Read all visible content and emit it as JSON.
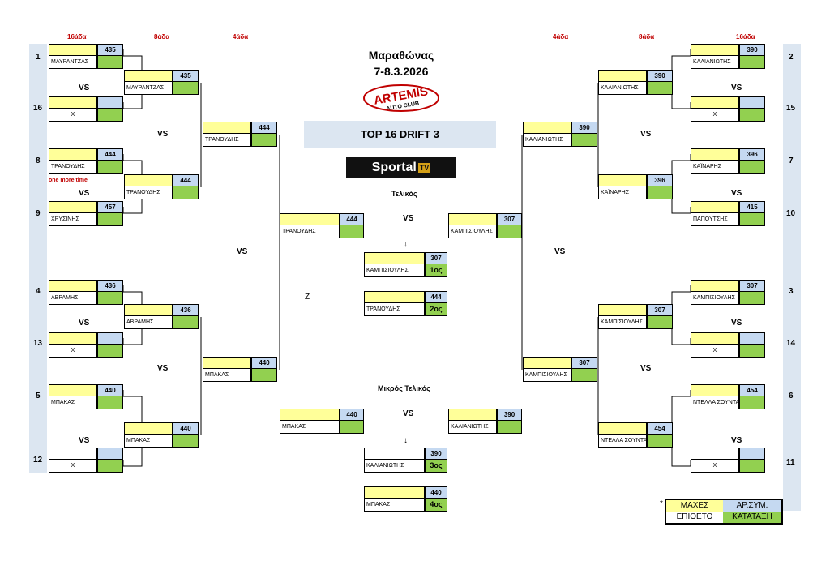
{
  "header": {
    "city": "Μαραθώνας",
    "dates": "7-8.3.2026",
    "banner": "TOP 16 DRIFT 3",
    "sportal": "Sportal",
    "sportal_tv": "TV",
    "logo_text": "ARTEMIS",
    "logo_sub": "AUTO CLUB"
  },
  "rounds": {
    "r16": "16άδα",
    "r8": "8άδα",
    "r4": "4άδα"
  },
  "labels": {
    "vs": "VS",
    "final": "Τελικός",
    "small_final": "Μικρός Τελικός",
    "one_more_time": "one more time",
    "z": "Z",
    "arrow": "↓"
  },
  "seeds": {
    "s1": "1",
    "s16": "16",
    "s8": "8",
    "s9": "9",
    "s4": "4",
    "s13": "13",
    "s5": "5",
    "s12": "12",
    "s2": "2",
    "s15": "15",
    "s7": "7",
    "s10": "10",
    "s3": "3",
    "s14": "14",
    "s6": "6",
    "s11": "11"
  },
  "left": {
    "r16": [
      {
        "num": "435",
        "name": "ΜΑΥΡΑΝΤΖΑΣ"
      },
      {
        "num": "",
        "name": "X"
      },
      {
        "num": "444",
        "name": "ΤΡΑΝΟΥΔΗΣ"
      },
      {
        "num": "457",
        "name": "ΧΡΥΣΙΝΗΣ"
      },
      {
        "num": "436",
        "name": "ΑΒΡΑΜΗΣ"
      },
      {
        "num": "",
        "name": "X"
      },
      {
        "num": "440",
        "name": "ΜΠΑΚΑΣ"
      },
      {
        "num": "",
        "name": "X"
      }
    ],
    "r8": [
      {
        "num": "435",
        "name": "ΜΑΥΡΑΝΤΖΑΣ"
      },
      {
        "num": "444",
        "name": "ΤΡΑΝΟΥΔΗΣ"
      },
      {
        "num": "436",
        "name": "ΑΒΡΑΜΗΣ"
      },
      {
        "num": "440",
        "name": "ΜΠΑΚΑΣ"
      }
    ],
    "r4": [
      {
        "num": "444",
        "name": "ΤΡΑΝΟΥΔΗΣ"
      },
      {
        "num": "440",
        "name": "ΜΠΑΚΑΣ"
      }
    ],
    "final": {
      "num": "444",
      "name": "ΤΡΑΝΟΥΔΗΣ"
    },
    "small_final": {
      "num": "440",
      "name": "ΜΠΑΚΑΣ"
    }
  },
  "right": {
    "r16": [
      {
        "num": "390",
        "name": "ΚΑΛΙΑΝΙΩΤΗΣ"
      },
      {
        "num": "",
        "name": "X"
      },
      {
        "num": "396",
        "name": "ΚΑΪΝΑΡΗΣ"
      },
      {
        "num": "415",
        "name": "ΠΑΠΟΥΤΣΗΣ"
      },
      {
        "num": "307",
        "name": "ΚΑΜΠΙΣΙΟΥΛΗΣ"
      },
      {
        "num": "",
        "name": "X"
      },
      {
        "num": "454",
        "name": "ΝΤΕΛΛΑ ΣΟΥΝΤΑ"
      },
      {
        "num": "",
        "name": "X"
      }
    ],
    "r8": [
      {
        "num": "390",
        "name": "ΚΑΛΙΑΝΙΩΤΗΣ"
      },
      {
        "num": "396",
        "name": "ΚΑΪΝΑΡΗΣ"
      },
      {
        "num": "307",
        "name": "ΚΑΜΠΙΣΙΟΥΛΗΣ"
      },
      {
        "num": "454",
        "name": "ΝΤΕΛΛΑ ΣΟΥΝΤΑ"
      }
    ],
    "r4": [
      {
        "num": "390",
        "name": "ΚΑΛΙΑΝΙΩΤΗΣ"
      },
      {
        "num": "307",
        "name": "ΚΑΜΠΙΣΙΟΥΛΗΣ"
      }
    ],
    "final": {
      "num": "307",
      "name": "ΚΑΜΠΙΣΙΟΥΛΗΣ"
    },
    "small_final": {
      "num": "390",
      "name": "ΚΑΛΙΑΝΙΩΤΗΣ"
    }
  },
  "results": {
    "first": {
      "num": "307",
      "name": "ΚΑΜΠΙΣΙΟΥΛΗΣ",
      "rank": "1ος"
    },
    "second": {
      "num": "444",
      "name": "ΤΡΑΝΟΥΔΗΣ",
      "rank": "2ος"
    },
    "third": {
      "num": "390",
      "name": "ΚΑΛΙΑΝΙΩΤΗΣ",
      "rank": "3ος"
    },
    "fourth": {
      "num": "440",
      "name": "ΜΠΑΚΑΣ",
      "rank": "4ος"
    }
  },
  "legend": {
    "battles": "ΜΑΧΕΣ",
    "car_number": "ΑΡ.ΣΥΜ.",
    "surname": "ΕΠΙΘΕΤΟ",
    "ranking": "ΚΑΤΑΤΑΞΗ",
    "asterisk": "*"
  },
  "colors": {
    "yellow": "#ffff99",
    "blue": "#c5d9f1",
    "green": "#92d050",
    "sidebar": "#dce6f1",
    "red": "#c00000"
  }
}
